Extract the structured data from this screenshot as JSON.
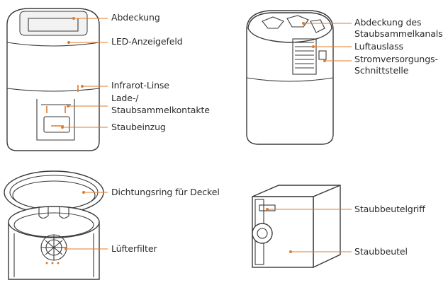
{
  "colors": {
    "accent": "#e07a2a",
    "outline": "#3a3a3a",
    "text": "#2a2a2a"
  },
  "labels": {
    "abdeckung": "Abdeckung",
    "led": "LED-Anzeigefeld",
    "infrarot": "Infrarot-Linse",
    "kontakte_1": "Lade-/",
    "kontakte_2": "Staubsammelkontakte",
    "staubeinzug": "Staubeinzug",
    "abdeckung_kanal_1": "Abdeckung des",
    "abdeckung_kanal_2": "Staubsammelkanals",
    "luftauslass": "Luftauslass",
    "strom_1": "Stromversorgungs-",
    "strom_2": "Schnittstelle",
    "dichtungsring": "Dichtungsring für Deckel",
    "luefterfilter": "Lüfterfilter",
    "beutelgriff": "Staubbeutelgriff",
    "staubbeutel": "Staubbeutel"
  }
}
